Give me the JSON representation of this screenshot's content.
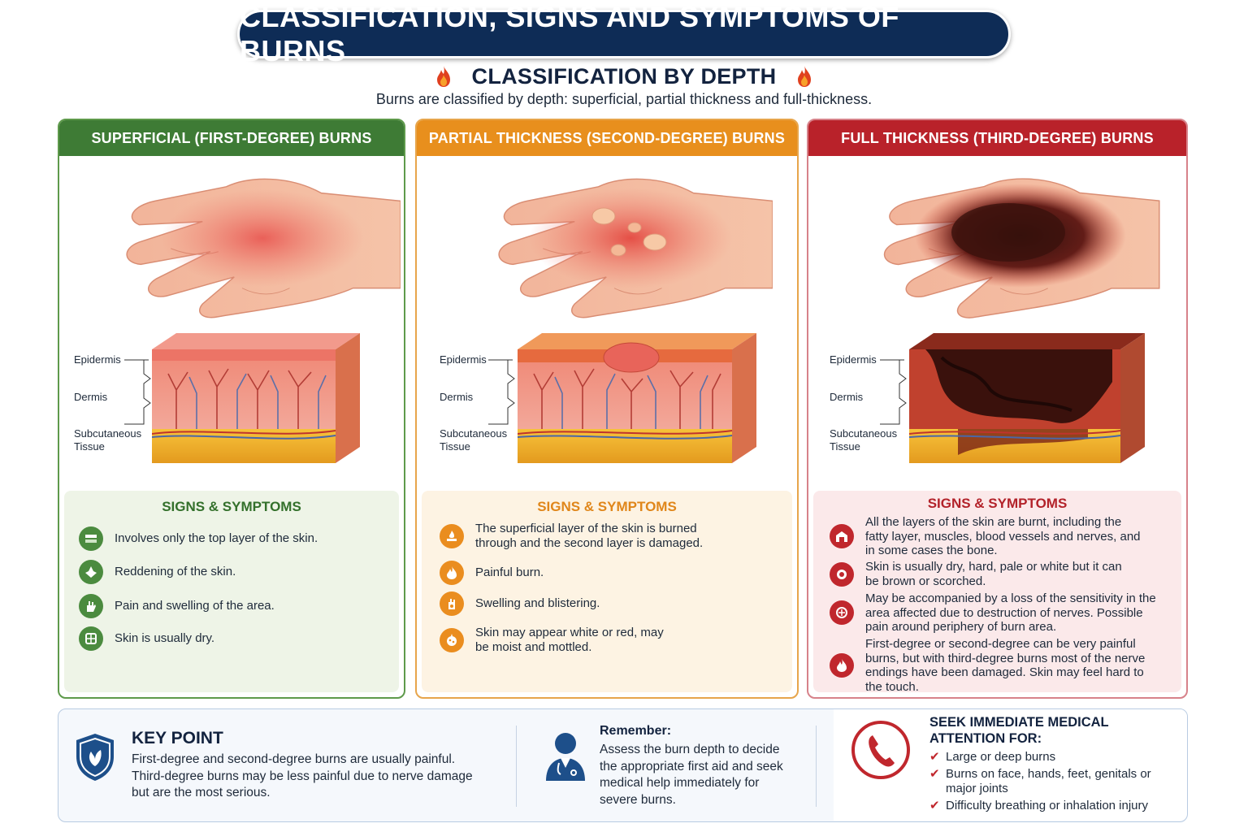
{
  "title": "CLASSIFICATION, SIGNS AND SYMPTOMS OF BURNS",
  "subtitle": "CLASSIFICATION BY DEPTH",
  "intro": "Burns are classified by depth: superficial, partial thickness and full-thickness.",
  "layer_labels": {
    "epidermis": "Epidermis",
    "dermis": "Dermis",
    "subcutaneous_line1": "Subcutaneous",
    "subcutaneous_line2": "Tissue"
  },
  "cards": [
    {
      "heading": "SUPERFICIAL (FIRST-DEGREE) BURNS",
      "signs_title": "SIGNS & SYMPTOMS",
      "symptoms": [
        {
          "icon": "skin-layer-icon",
          "text": "Involves only the top layer of the skin."
        },
        {
          "icon": "redness-icon",
          "text": "Reddening of the skin."
        },
        {
          "icon": "hand-swelling-icon",
          "text": "Pain and swelling of the area."
        },
        {
          "icon": "dry-skin-icon",
          "text": "Skin is usually dry."
        }
      ]
    },
    {
      "heading": "PARTIAL THICKNESS (SECOND-DEGREE) BURNS",
      "signs_title": "SIGNS & SYMPTOMS",
      "symptoms": [
        {
          "icon": "burned-layer-icon",
          "text": "The superficial layer of the skin is burned through and the second layer is damaged."
        },
        {
          "icon": "flame-icon",
          "text": "Painful burn."
        },
        {
          "icon": "blister-icon",
          "text": "Swelling and blistering."
        },
        {
          "icon": "skin-color-icon",
          "text": "Skin may appear white or red, may be moist and mottled."
        }
      ]
    },
    {
      "heading": "FULL THICKNESS (THIRD-DEGREE) BURNS",
      "signs_title": "SIGNS & SYMPTOMS",
      "symptoms": [
        {
          "icon": "all-layers-icon",
          "text": "All the layers of the skin are burnt, including the fatty layer, muscles, blood vessels and nerves, and in some cases the bone."
        },
        {
          "icon": "scorched-skin-icon",
          "text": "Skin is usually dry, hard, pale or white but it can be brown or scorched."
        },
        {
          "icon": "nerve-icon",
          "text": "May be accompanied by a loss of the sensitivity in the area affected due to destruction of nerves. Possible pain around periphery of burn area."
        },
        {
          "icon": "flame-icon",
          "text": "First-degree or second-degree can be very painful burns, but with third-degree burns most of the nerve endings have been damaged. Skin may feel hard to the touch."
        }
      ]
    }
  ],
  "key_point": {
    "title": "KEY POINT",
    "text": "First-degree and second-degree burns are usually painful. Third-degree burns may be less painful due to nerve damage but are the most serious."
  },
  "remember": {
    "title": "Remember:",
    "text": "Assess the burn depth to decide the appropriate first aid and seek medical help immediately for severe burns."
  },
  "seek": {
    "title": "SEEK IMMEDIATE MEDICAL ATTENTION FOR:",
    "items": [
      "Large or deep burns",
      "Burns on face, hands, feet, genitals or major joints",
      "Difficulty breathing or inhalation injury"
    ]
  },
  "colors": {
    "navy": "#0e2c56",
    "green": "#3e7b35",
    "orange": "#e88f1d",
    "red": "#b9222a"
  }
}
